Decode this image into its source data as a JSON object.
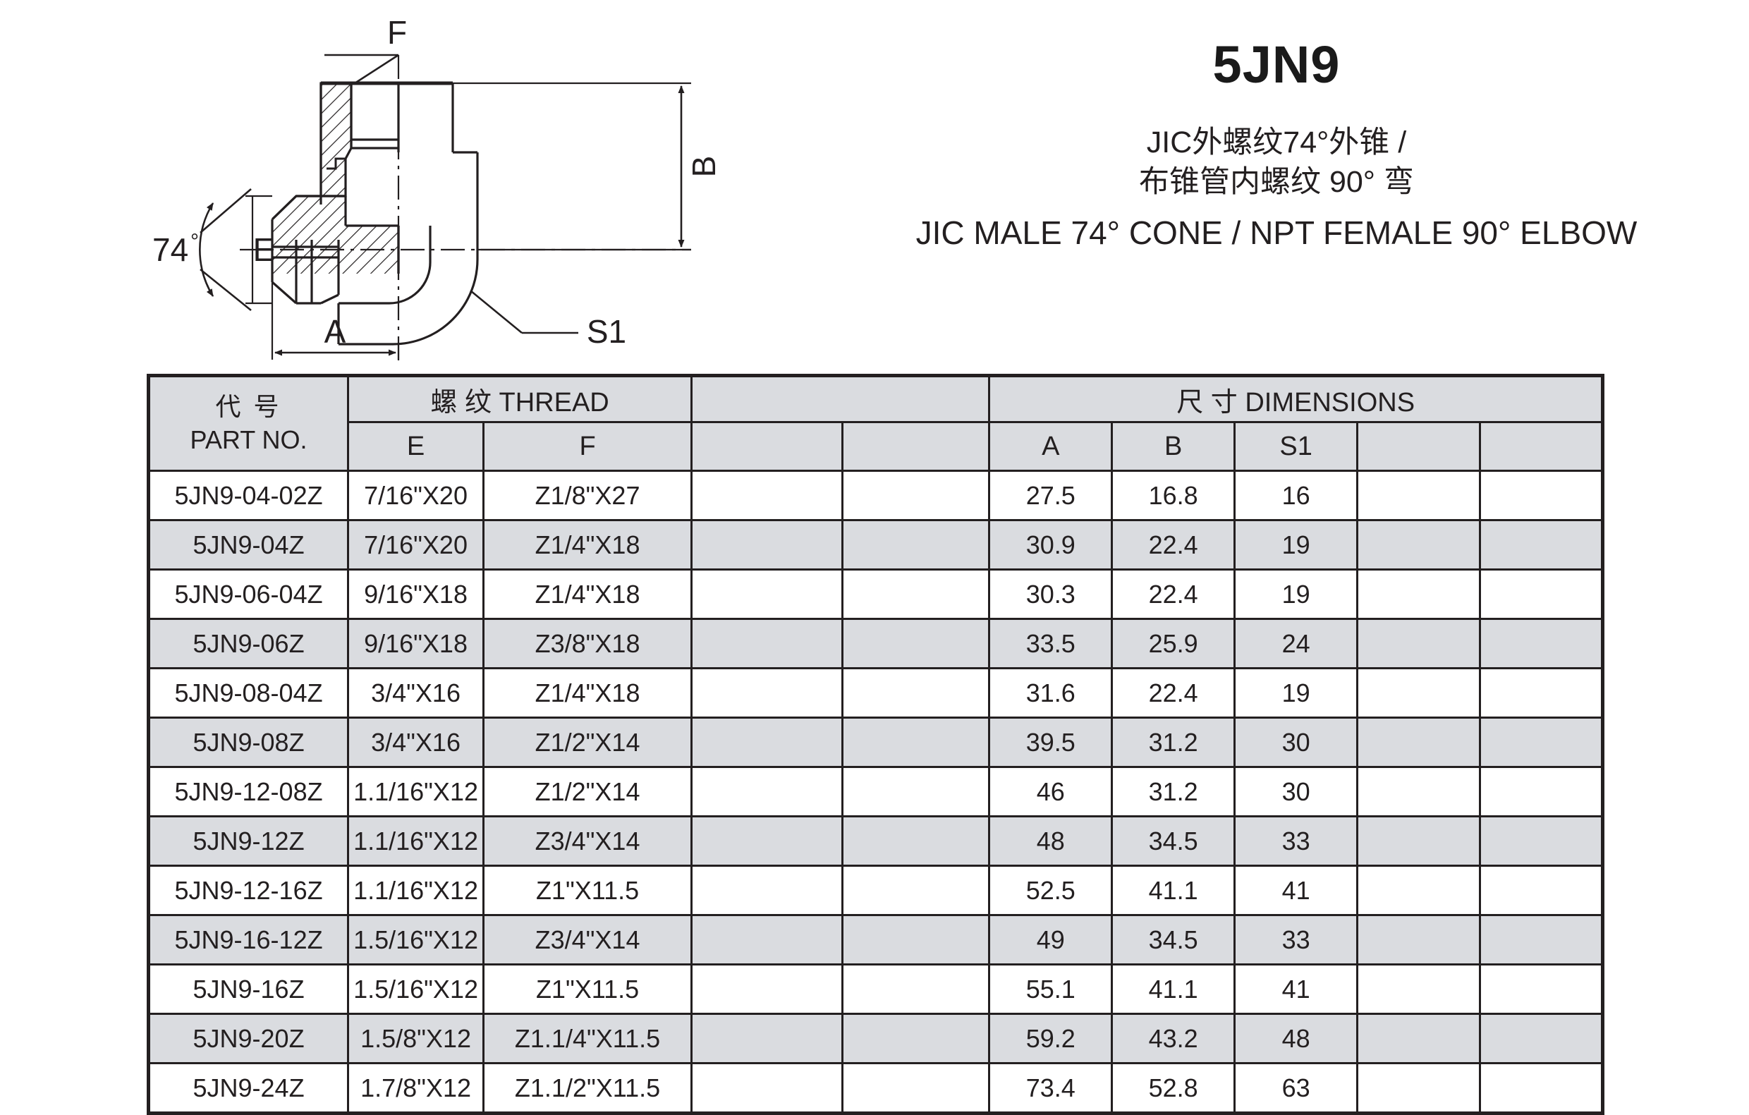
{
  "header": {
    "product_code": "5JN9",
    "desc_cn_line1": "JIC外螺纹74°外锥 /",
    "desc_cn_line2": "布锥管内螺纹 90° 弯",
    "desc_en": "JIC MALE 74° CONE / NPT FEMALE 90° ELBOW"
  },
  "drawing": {
    "label_f": "F",
    "label_b": "B",
    "label_a": "A",
    "label_e": "E",
    "label_s1": "S1",
    "label_angle": "74",
    "label_angle_unit": "°"
  },
  "table": {
    "group_partno_cn": "代 号",
    "group_partno_en": "PART NO.",
    "group_thread": "螺 纹 THREAD",
    "group_blank_mid": "",
    "group_dimensions": "尺 寸  DIMENSIONS",
    "sub_headers": [
      "E",
      "F",
      "",
      "",
      "A",
      "B",
      "S1",
      "",
      ""
    ],
    "rows": [
      {
        "part_no": "5JN9-04-02Z",
        "E": "7/16\"X20",
        "F": "Z1/8\"X27",
        "c3": "",
        "c4": "",
        "A": "27.5",
        "B": "16.8",
        "S1": "16",
        "c8": "",
        "c9": ""
      },
      {
        "part_no": "5JN9-04Z",
        "E": "7/16\"X20",
        "F": "Z1/4\"X18",
        "c3": "",
        "c4": "",
        "A": "30.9",
        "B": "22.4",
        "S1": "19",
        "c8": "",
        "c9": ""
      },
      {
        "part_no": "5JN9-06-04Z",
        "E": "9/16\"X18",
        "F": "Z1/4\"X18",
        "c3": "",
        "c4": "",
        "A": "30.3",
        "B": "22.4",
        "S1": "19",
        "c8": "",
        "c9": ""
      },
      {
        "part_no": "5JN9-06Z",
        "E": "9/16\"X18",
        "F": "Z3/8\"X18",
        "c3": "",
        "c4": "",
        "A": "33.5",
        "B": "25.9",
        "S1": "24",
        "c8": "",
        "c9": ""
      },
      {
        "part_no": "5JN9-08-04Z",
        "E": "3/4\"X16",
        "F": "Z1/4\"X18",
        "c3": "",
        "c4": "",
        "A": "31.6",
        "B": "22.4",
        "S1": "19",
        "c8": "",
        "c9": ""
      },
      {
        "part_no": "5JN9-08Z",
        "E": "3/4\"X16",
        "F": "Z1/2\"X14",
        "c3": "",
        "c4": "",
        "A": "39.5",
        "B": "31.2",
        "S1": "30",
        "c8": "",
        "c9": ""
      },
      {
        "part_no": "5JN9-12-08Z",
        "E": "1.1/16\"X12",
        "F": "Z1/2\"X14",
        "c3": "",
        "c4": "",
        "A": "46",
        "B": "31.2",
        "S1": "30",
        "c8": "",
        "c9": ""
      },
      {
        "part_no": "5JN9-12Z",
        "E": "1.1/16\"X12",
        "F": "Z3/4\"X14",
        "c3": "",
        "c4": "",
        "A": "48",
        "B": "34.5",
        "S1": "33",
        "c8": "",
        "c9": ""
      },
      {
        "part_no": "5JN9-12-16Z",
        "E": "1.1/16\"X12",
        "F": "Z1\"X11.5",
        "c3": "",
        "c4": "",
        "A": "52.5",
        "B": "41.1",
        "S1": "41",
        "c8": "",
        "c9": ""
      },
      {
        "part_no": "5JN9-16-12Z",
        "E": "1.5/16\"X12",
        "F": "Z3/4\"X14",
        "c3": "",
        "c4": "",
        "A": "49",
        "B": "34.5",
        "S1": "33",
        "c8": "",
        "c9": ""
      },
      {
        "part_no": "5JN9-16Z",
        "E": "1.5/16\"X12",
        "F": "Z1\"X11.5",
        "c3": "",
        "c4": "",
        "A": "55.1",
        "B": "41.1",
        "S1": "41",
        "c8": "",
        "c9": ""
      },
      {
        "part_no": "5JN9-20Z",
        "E": "1.5/8\"X12",
        "F": "Z1.1/4\"X11.5",
        "c3": "",
        "c4": "",
        "A": "59.2",
        "B": "43.2",
        "S1": "48",
        "c8": "",
        "c9": ""
      },
      {
        "part_no": "5JN9-24Z",
        "E": "1.7/8\"X12",
        "F": "Z1.1/2\"X11.5",
        "c3": "",
        "c4": "",
        "A": "73.4",
        "B": "52.8",
        "S1": "63",
        "c8": "",
        "c9": ""
      }
    ]
  },
  "colors": {
    "line": "#231f20",
    "header_fill": "#dadce0",
    "row_fill": "#dadce0",
    "page_bg": "#ffffff"
  }
}
